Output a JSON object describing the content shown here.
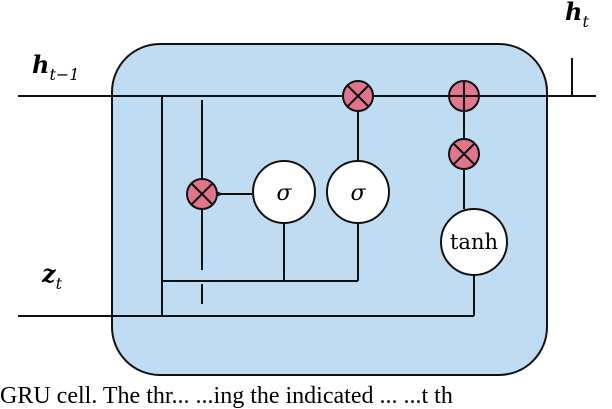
{
  "colors": {
    "cell_fill": "#bfdcf3",
    "cell_stroke": "#111111",
    "operator_fill": "#e0768a",
    "node_fill": "#ffffff",
    "wire": "#111111"
  },
  "labels": {
    "h_t": "h",
    "h_t_sub": "t",
    "h_prev": "h",
    "h_prev_sub": "t−1",
    "z_t": "z",
    "z_t_sub": "t"
  },
  "nodes": {
    "sigma_1": "σ",
    "sigma_2": "σ",
    "tanh": "tanh"
  },
  "operators": {
    "multiply_gate": "multiply",
    "multiply_top": "multiply",
    "add_top": "add",
    "multiply_right": "multiply"
  },
  "icons": {
    "multiply": "circled-times-icon",
    "add": "circled-plus-icon",
    "arrow": "arrow-left-icon"
  },
  "caption": {
    "text": "GRU cell. The thr... ...ing the indicated ... ...t th"
  }
}
